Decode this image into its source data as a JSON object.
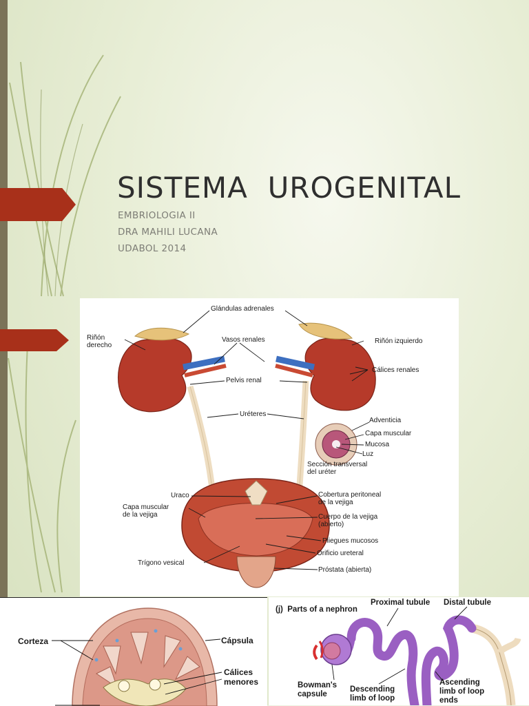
{
  "slide": {
    "title": "SISTEMA  UROGENITAL",
    "subtitles": [
      "EMBRIOLOGIA II",
      "DRA MAHILI LUCANA",
      "UDABOL 2014"
    ]
  },
  "figure_urinary": {
    "labels": {
      "glandulas": "Glándulas adrenales",
      "rinon_derecho": "Riñón\nderecho",
      "rinon_izquierdo": "Riñón izquierdo",
      "vasos": "Vasos renales",
      "calices": "Cálices renales",
      "pelvis": "Pelvis renal",
      "ureteres": "Uréteres",
      "adventicia": "Adventicia",
      "capa_muscular": "Capa muscular",
      "mucosa": "Mucosa",
      "luz": "Luz",
      "seccion": "Sección transversal\ndel uréter",
      "uraco": "Uraco",
      "capa_vejiga": "Capa muscular\nde la vejiga",
      "cobertura": "Cobertura peritoneal\nde la vejiga",
      "cuerpo": "Cuerpo de la vejiga\n(abierto)",
      "pliegues": "Pliegues mucosos",
      "orificio": "Orificio ureteral",
      "trigono": "Trígono vesical",
      "prostata": "Próstata (abierta)"
    }
  },
  "figure_kidney": {
    "labels": {
      "corteza": "Corteza",
      "capsula": "Cápsula",
      "calices_menores": "Cálices\nmenores"
    }
  },
  "figure_nephron": {
    "labels": {
      "heading": "(j)  Parts of a nephron",
      "proximal": "Proximal tubule",
      "distal": "Distal tubule",
      "bowman": "Bowman's\ncapsule",
      "descending": "Descending\nlimb of loop",
      "ascending": "Ascending\nlimb of loop\nends"
    }
  },
  "colors": {
    "accent": "#a8301a",
    "left_bar": "#7b7358",
    "kidney": "#b63a2a",
    "adrenal": "#e6c27a",
    "vein": "#3d6fc0",
    "nephron": "#9a5fc2"
  }
}
